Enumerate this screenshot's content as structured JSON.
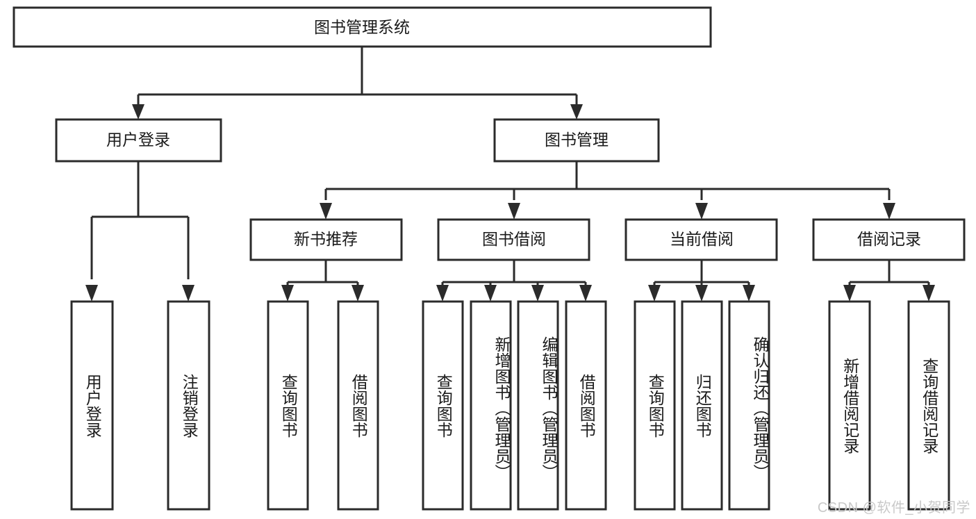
{
  "diagram": {
    "title": "图书管理系统",
    "type": "tree-hierarchy-diagram",
    "colors": {
      "box_stroke": "#2b2b2b",
      "box_fill": "#ffffff",
      "text": "#1a1a1a",
      "background": "#ffffff",
      "watermark": "#c9c9c9"
    },
    "root": {
      "label": "图书管理系统"
    },
    "level2": [
      {
        "label": "用户登录"
      },
      {
        "label": "图书管理"
      }
    ],
    "level3": [
      {
        "label": "新书推荐"
      },
      {
        "label": "图书借阅"
      },
      {
        "label": "当前借阅"
      },
      {
        "label": "借阅记录"
      }
    ],
    "leaves": {
      "user_login": [
        {
          "label": "用户登录"
        },
        {
          "label": "注销登录"
        }
      ],
      "new_book_recommend": [
        {
          "label": "查询图书"
        },
        {
          "label": "借阅图书"
        }
      ],
      "book_borrow": [
        {
          "label": "查询图书"
        },
        {
          "label": "新增图书（管理员）"
        },
        {
          "label": "编辑图书（管理员）"
        },
        {
          "label": "借阅图书"
        }
      ],
      "current_borrow": [
        {
          "label": "查询图书"
        },
        {
          "label": "归还图书"
        },
        {
          "label": "确认归还（管理员）"
        }
      ],
      "borrow_record": [
        {
          "label": "新增借阅记录"
        },
        {
          "label": "查询借阅记录"
        }
      ]
    }
  },
  "watermark": {
    "text": "CSDN @软件_小贺同学"
  }
}
